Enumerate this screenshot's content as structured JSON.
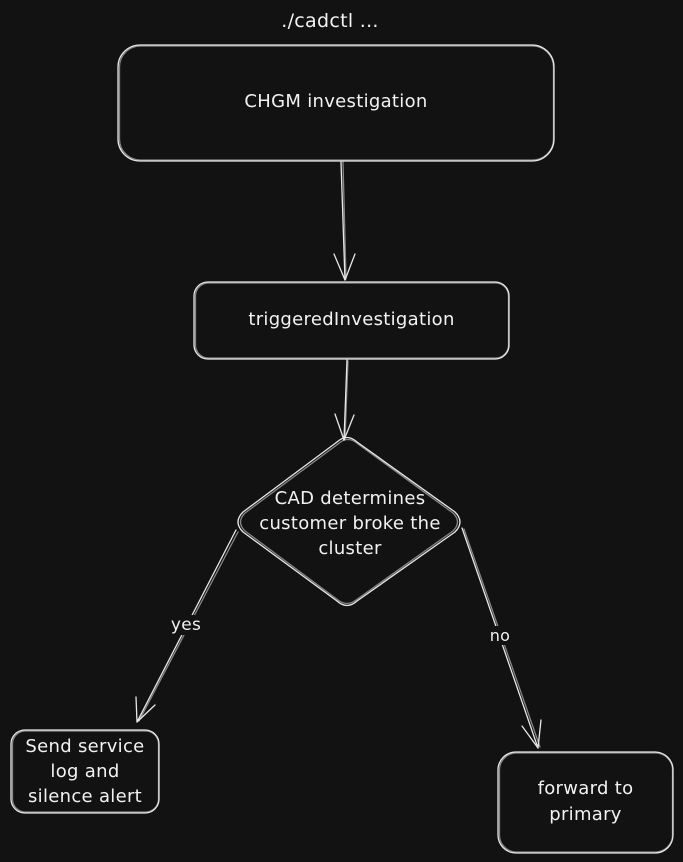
{
  "colors": {
    "background": "#121212",
    "stroke": "#e8e8e8",
    "text": "#f2f2f2"
  },
  "diagram": {
    "top_caption": "./cadctl ...",
    "nodes": {
      "chgm": "CHGM investigation",
      "triggered": "triggeredInvestigation",
      "decision": {
        "line1": "CAD determines",
        "line2": "customer broke the",
        "line3": "cluster"
      },
      "send_service_log": {
        "line1": "Send service",
        "line2": "log and",
        "line3": "silence alert"
      },
      "forward": {
        "line1": "forward to",
        "line2": "primary"
      }
    },
    "edges": {
      "yes": "yes",
      "no": "no"
    }
  }
}
